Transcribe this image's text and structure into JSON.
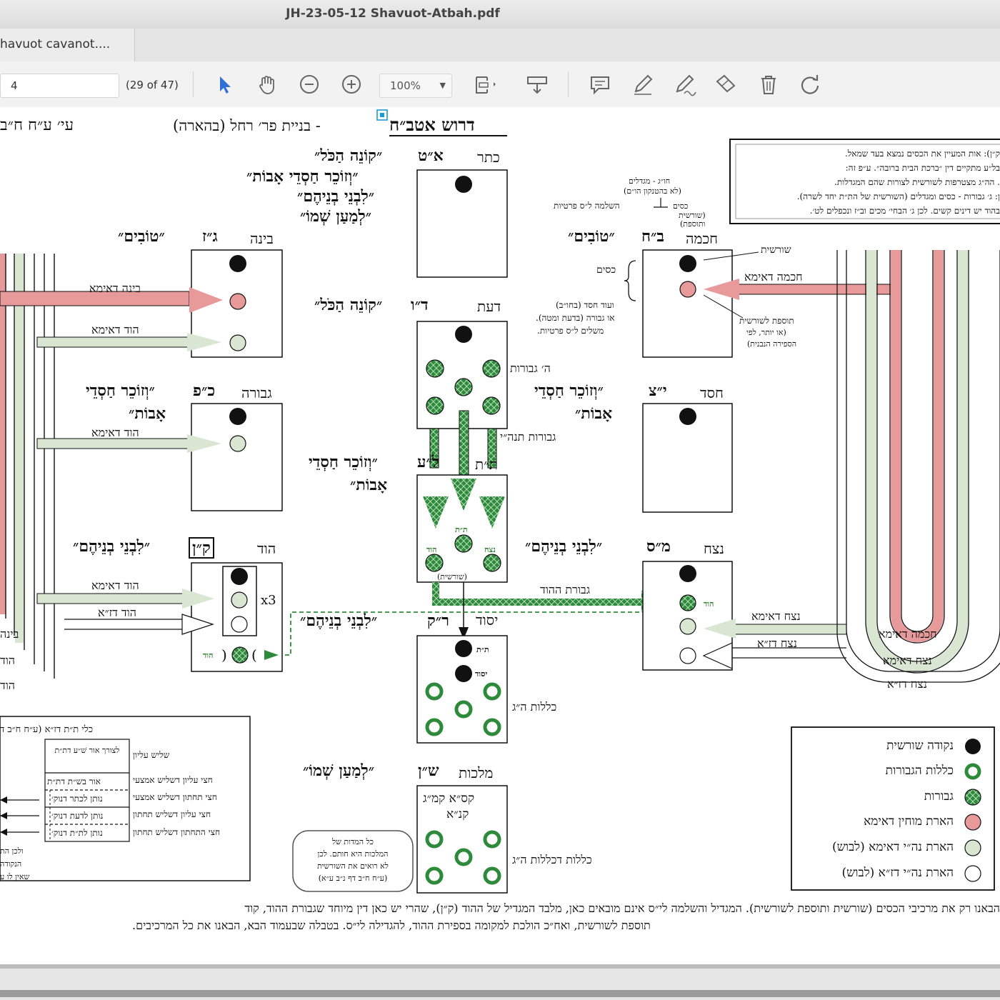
{
  "window": {
    "title": "JH-23-05-12 Shavuot-Atbah.pdf"
  },
  "tab": {
    "label": "havuot cavanot...."
  },
  "toolbar": {
    "page_value": "4",
    "page_count": "(29 of 47)",
    "zoom": "100%",
    "icons": [
      "select-arrow-icon",
      "hand-icon",
      "zoom-out-icon",
      "zoom-in-icon",
      "fit-page-icon",
      "rotate-icon",
      "comment-icon",
      "pen-icon",
      "sign-icon",
      "stamp-icon",
      "trash-icon",
      "redo-icon"
    ]
  },
  "doc": {
    "title": "דרוש אטב״ח",
    "title_rest": "- בניית פר׳ רחל (בהארה)",
    "corner_title": "עי׳ ע״ח ח״ב",
    "notebox": [
      "ק״ן): אות המעיין את הכסים נמצא בעד שמאל.",
      "בל״ע מתקיים דין ״ברכת הבית ברובה״. ע״פ זה:",
      ". הה״ג מצטרפות לשורשית לצורות שהם המגדלות.",
      "ן: ג׳ גבורות - כסים ומגדלים (השורשית של הת״ת יחד לשרה).",
      "בהוד יש דינים קשים. לכן ג׳ הבחי׳ מכים וב״ז ונכפלים לט׳."
    ],
    "sefirot": {
      "keter": {
        "name": "כתר",
        "code": "א״ט",
        "label": "״קוֹנֵה הַכֹּל״"
      },
      "keter_lines": [
        "״וְזוֹכֵר חַסְדֵי אָבוֹת״",
        "״לִבְנֵי בְנֵיהֶם״",
        "״לְמַעַן שְׁמוֹ״"
      ],
      "chochma": {
        "name": "חכמה",
        "code": "ב״ח",
        "label": "״טוֹבִים״"
      },
      "bina": {
        "name": "בינה",
        "code": "ג״ז",
        "label": "״טוֹבִים״"
      },
      "daat": {
        "name": "דעת",
        "code": "ד״ו",
        "label": "״קוֹנֵה הַכֹּל״"
      },
      "chesed": {
        "name": "חסד",
        "code": "י״צ",
        "label": "״וְזוֹכֵר חַסְדֵי",
        "label2": "אָבוֹת״"
      },
      "gevura": {
        "name": "גבורה",
        "code": "כ״פ",
        "label": "״וְזוֹכֵר חַסְדֵי",
        "label2": "אָבוֹת״"
      },
      "tiferet": {
        "name": "ת״ת",
        "code": "ל״ע",
        "label": "״וְזוֹכֵר חַסְדֵי",
        "label2": "אָבוֹת״"
      },
      "netzach": {
        "name": "נצח",
        "code": "מ״ס",
        "label": "״לִבְנֵי בְנֵיהֶם״"
      },
      "hod": {
        "name": "הוד",
        "code": "ק״ן",
        "label": "״לִבְנֵי בְנֵיהֶם״"
      },
      "yesod": {
        "name": "יסוד",
        "code": "ר״ק",
        "label": "״לִבְנֵי בְנֵיהֶם״"
      },
      "malchut": {
        "name": "מלכות",
        "code": "ש״ן",
        "label": "״לְמַעַן שְׁמוֹ״"
      }
    },
    "labels": {
      "bina_deima": "בינה דאימא",
      "hod_deima": "הוד דאימא",
      "hod_deima2": "הוד דאימא",
      "hod_deima3": "הוד דאימא",
      "hod_dza": "הוד דז״א",
      "chochma_deima": "חכמה דאימא",
      "netzach_deima": "נצח דאימא",
      "netzach_dza": "נצח דז״א",
      "chochma_deima2": "חכמה דאימא",
      "netzach_deima2": "נצח דאימא",
      "netzach_dza2": "נצח דז״א",
      "bina_left": "בינה",
      "hod_left": "הוד",
      "hod_left2": "הוד",
      "shorashit": "שורשית",
      "kisim": "כסים",
      "tosefet": "תוספת לשורשית",
      "tosefet2": "(או יותר, לפי",
      "tosefet3": "הספירה הנבנית)",
      "chag_top": "חו״ג - מגדלים",
      "chag_top2": "(לא בהטנקון הו״ם)",
      "hashlama": "השלמה ל״ס פרטיות",
      "kisim2": "כסים",
      "shorashit2": "(שורשית",
      "tosefet_small": "ותוספת)",
      "odchesed": "ועוד חסד (בחו״ב)",
      "ogevura": "או גבורה (בדעת ומטה).",
      "mashlim": "משלים ל״ס פרטיות.",
      "h_gevurot": "ה׳ גבורות",
      "gevurot_tnhy": "גבורות תנה״י",
      "gevurat_hahod": "גבורת ההוד",
      "klalut_hag": "כללות ה״ג",
      "klalut_dklalut": "כללות דכללות ה״ג",
      "x3": "x3",
      "tt_small": "ת״ת",
      "hod_small": "הוד",
      "netzach_small": "נצח",
      "shorashit_small": "(שורשית)",
      "tt_yesod": "ת״ת",
      "yesod_small": "יסוד",
      "hod_green": "הוד",
      "hod_green2": "הוד",
      "malchut_text1": "קס״א  קמ״ג",
      "malchut_text2": "קנ״א"
    },
    "oval_note": [
      "כל המדות של",
      "המלכות היא חותם. לכן",
      "לא רואים את השורשית",
      "(ע״ח ח״ב דף נ״ב ע״א)"
    ],
    "left_table": {
      "header": "כלי ת״ת דז״א (ע״ח ח״ב ד",
      "rows": [
        {
          "right": "שליש עליון",
          "cell": "לצורך אור שׁ״ע דת״ת"
        },
        {
          "right": "חצי עליון דשליש אמצעי",
          "cell": "אור בש״ת דת״ת"
        },
        {
          "right": "חצי תחתון דשליש אמצעי",
          "cell": "נותן לכתר דנוק׳"
        },
        {
          "right": "חצי עליון דשליש תחתון",
          "cell": "נותן לדעת דנוק׳"
        },
        {
          "right": "חצי התחתון דשליש תחתון",
          "cell": "נותן לת״ת דנוק׳"
        }
      ],
      "below": [
        "ולכן הת",
        "הנקודה",
        "שאין לו ע"
      ]
    },
    "legend": [
      {
        "label": "נקודה שורשית",
        "icon": "black-dot-icon"
      },
      {
        "label": "כללות הגבורות",
        "icon": "green-ring-icon"
      },
      {
        "label": "גבורות",
        "icon": "green-hatched-dot-icon"
      },
      {
        "label": "הארת מוחין דאימא",
        "icon": "pink-dot-icon"
      },
      {
        "label": "הארת נה״י דאימא (לבוש)",
        "icon": "light-green-dot-icon"
      },
      {
        "label": "הארת נה״י דז״א (לבוש)",
        "icon": "white-dot-icon"
      }
    ],
    "footer": [
      "הבאנו רק את מרכיבי הכסים (שורשית ותוספת לשורשית). המגדיל והשלמה לי״ס אינם מובאים כאן, מלבד המגדיל של ההוד (ק״ן), שהרי יש כאן דין מיוחד שגבורת ההוד, קוד",
      "תוספת לשורשית, ואח״כ הולכת למקומה בספירת ההוד, להגדילה לי״ס. בטבלה שבעמוד הבא, הבאנו את כל המרכיבים."
    ],
    "colors": {
      "pink": "#e89a9a",
      "light_green": "#d8e6d2",
      "dark_green": "#2d8a3a",
      "black": "#111111"
    }
  }
}
